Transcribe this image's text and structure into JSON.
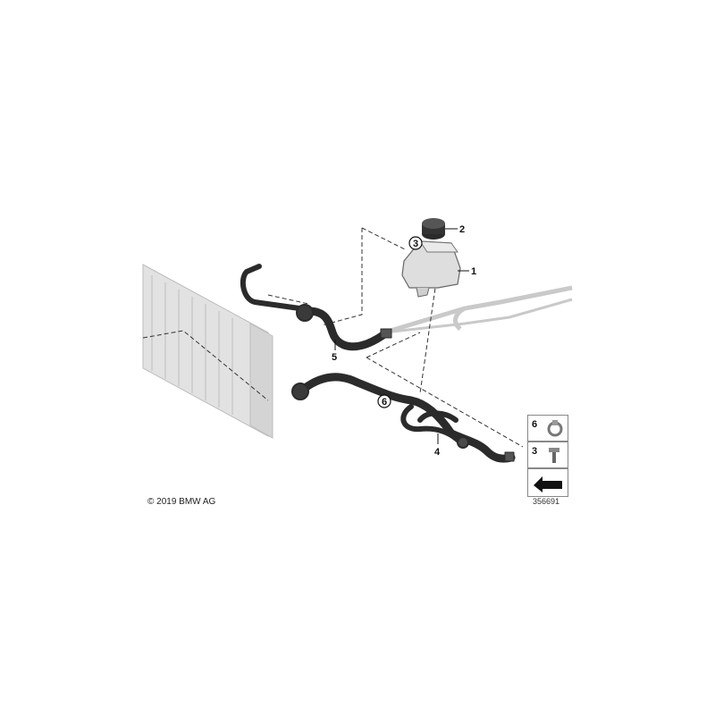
{
  "callouts": {
    "c1": "1",
    "c2": "2",
    "c3": "3",
    "c4": "4",
    "c5": "5",
    "c6": "6"
  },
  "legend": {
    "row1": "6",
    "row2": "3"
  },
  "copyright": "© 2019 BMW AG",
  "figure_number": "356691",
  "colors": {
    "hose": "#2b2b2b",
    "radiator": "#cfcfcf",
    "ghost_pipe": "#bdbdbd"
  }
}
